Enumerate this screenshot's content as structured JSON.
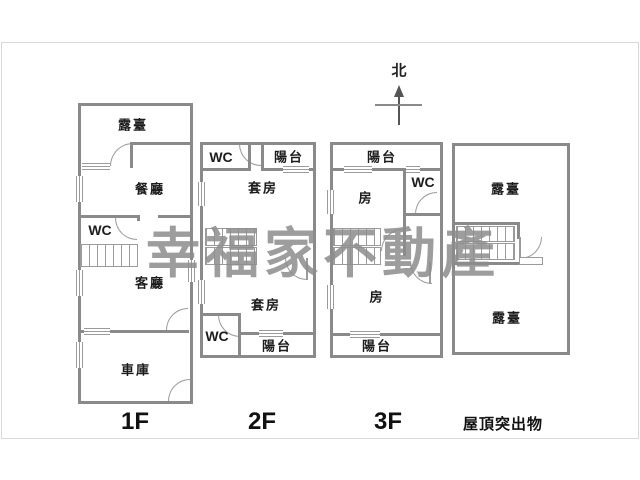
{
  "north": {
    "label": "北"
  },
  "watermark": {
    "text": "幸福家不動產",
    "color": "#8d8d8d"
  },
  "floors": {
    "f1": {
      "label": "1F",
      "terrace": "露臺",
      "dining": "餐廳",
      "wc": "WC",
      "living": "客廳",
      "garage": "車庫"
    },
    "f2": {
      "label": "2F",
      "wc_top": "WC",
      "balcony_top": "陽台",
      "suite_top": "套房",
      "suite_bottom": "套房",
      "wc_bottom": "WC",
      "balcony_bottom": "陽台"
    },
    "f3": {
      "label": "3F",
      "balcony_top": "陽台",
      "room_top": "房",
      "wc": "WC",
      "room_bottom": "房",
      "balcony_bottom": "陽台"
    },
    "roof": {
      "label": "屋頂突出物",
      "terrace_top": "露臺",
      "terrace_bottom": "露臺"
    }
  },
  "colors": {
    "wall": "#8a8a8a",
    "line": "#9b9b9b",
    "frame": "#d9d9d9",
    "text": "#1c1c1c",
    "watermark": "#8d8d8d"
  }
}
